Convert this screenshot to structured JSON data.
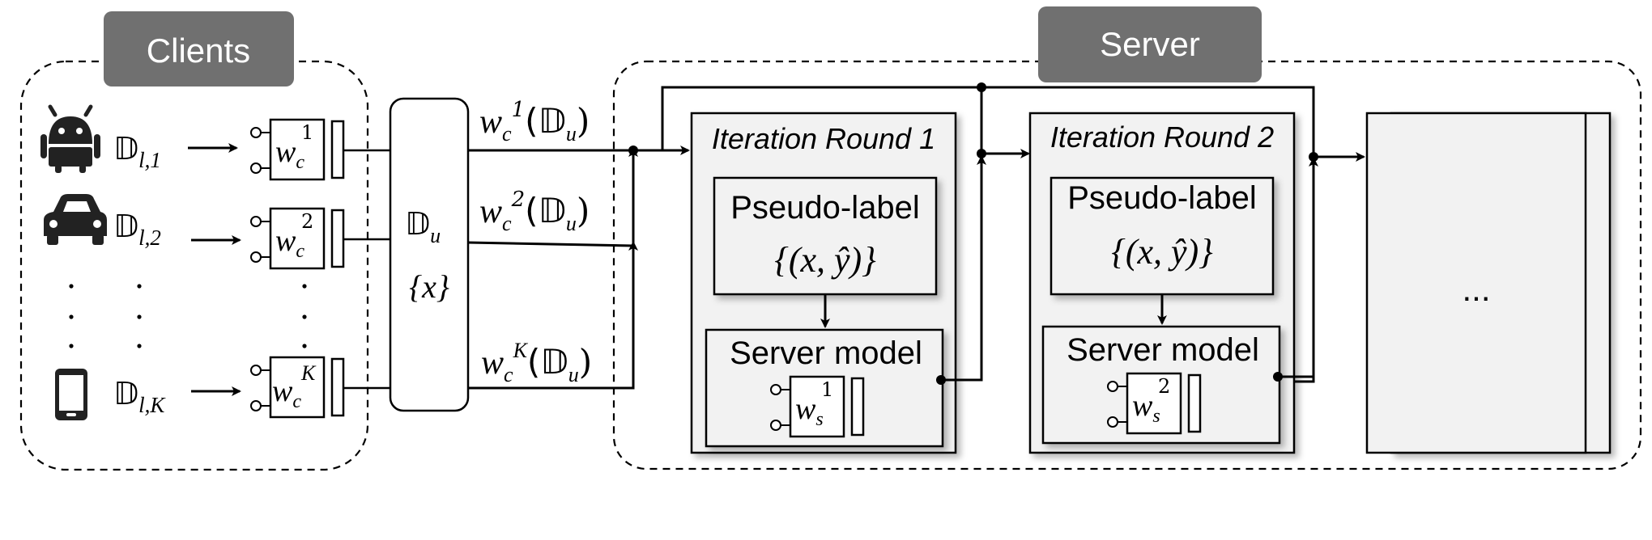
{
  "clients": {
    "title": "Clients",
    "rows": [
      {
        "icon": "android-icon",
        "data_base": "𝔻",
        "data_sub": "l,1",
        "weight_sup": "1"
      },
      {
        "icon": "car-icon",
        "data_base": "𝔻",
        "data_sub": "l,2",
        "weight_sup": "2"
      },
      {
        "icon": "phone-icon",
        "data_base": "𝔻",
        "data_sub": "l,K",
        "weight_sup": "K"
      }
    ],
    "weight_base": "w",
    "weight_sub": "c",
    "ellipsis": "·"
  },
  "unlabeled_data": {
    "symbol": "𝔻",
    "sub": "u",
    "samples": "{x}"
  },
  "uploads": [
    {
      "w": "w",
      "sub": "c",
      "sup": "1",
      "arg": "(𝔻",
      "arg_sub": "u",
      "close": ")"
    },
    {
      "w": "w",
      "sub": "c",
      "sup": "2",
      "arg": "(𝔻",
      "arg_sub": "u",
      "close": ")"
    },
    {
      "w": "w",
      "sub": "c",
      "sup": "K",
      "arg": "(𝔻",
      "arg_sub": "u",
      "close": ")"
    }
  ],
  "server": {
    "title": "Server",
    "rounds": [
      {
        "title": "Iteration Round 1",
        "pseudo_label": "Pseudo-label",
        "pseudo_formula": "{(x, ŷ)}",
        "model_label": "Server model",
        "weight_base": "w",
        "weight_sub": "s",
        "weight_sup": "1"
      },
      {
        "title": "Iteration Round 2",
        "pseudo_label": "Pseudo-label",
        "pseudo_formula": "{(x, ŷ)}",
        "model_label": "Server model",
        "weight_base": "w",
        "weight_sub": "s",
        "weight_sup": "2"
      }
    ],
    "continuation": "..."
  },
  "colors": {
    "badge": "#707070",
    "badge_text": "#ffffff",
    "panel_fill": "#f2f2f2",
    "stroke": "#000000",
    "icon": "#222222"
  }
}
